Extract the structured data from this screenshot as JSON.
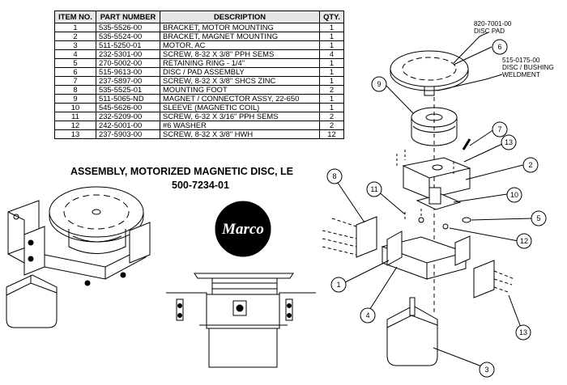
{
  "table": {
    "headers": [
      "ITEM NO.",
      "PART NUMBER",
      "DESCRIPTION",
      "QTY."
    ],
    "rows": [
      [
        "1",
        "535-5526-00",
        "BRACKET, MOTOR MOUNTING",
        "1"
      ],
      [
        "2",
        "535-5524-00",
        "BRACKET, MAGNET MOUNTING",
        "1"
      ],
      [
        "3",
        "511-5250-01",
        "MOTOR, AC",
        "1"
      ],
      [
        "4",
        "232-5301-00",
        "SCREW, 8-32 X 3/8\" PPH SEMS",
        "4"
      ],
      [
        "5",
        "270-5002-00",
        "RETAINING RING - 1/4\"",
        "1"
      ],
      [
        "6",
        "515-9613-00",
        "DISC / PAD ASSEMBLY",
        "1"
      ],
      [
        "7",
        "237-5897-00",
        "SCREW, 8-32 X 3/8\" SHCS ZINC",
        "1"
      ],
      [
        "8",
        "535-5525-01",
        "MOUNTING FOOT",
        "2"
      ],
      [
        "9",
        "511-5065-ND",
        "MAGNET / CONNECTOR ASSY, 22-650",
        "1"
      ],
      [
        "10",
        "545-5626-00",
        "SLEEVE (MAGNETIC COIL)",
        "1"
      ],
      [
        "11",
        "232-5209-00",
        "SCREW, 6-32 X 3/16\" PPH SEMS",
        "2"
      ],
      [
        "12",
        "242-5001-00",
        "#6 WASHER",
        "2"
      ],
      [
        "13",
        "237-5903-00",
        "SCREW, 8-32 X 3/8\" HWH",
        "12"
      ]
    ]
  },
  "title": {
    "line1": "ASSEMBLY, MOTORIZED MAGNETIC DISC,  LE",
    "line2": "500-7234-01"
  },
  "logo": {
    "text": "Marco"
  },
  "callouts": {
    "disc_pad": {
      "part": "820-7001-00",
      "label": "DISC PAD"
    },
    "bushing": {
      "part": "515-0175-00",
      "label1": "DISC / BUSHING",
      "label2": "WELDMENT"
    }
  },
  "balloons": [
    "1",
    "2",
    "3",
    "4",
    "5",
    "6",
    "7",
    "8",
    "9",
    "10",
    "11",
    "12",
    "13",
    "13"
  ]
}
